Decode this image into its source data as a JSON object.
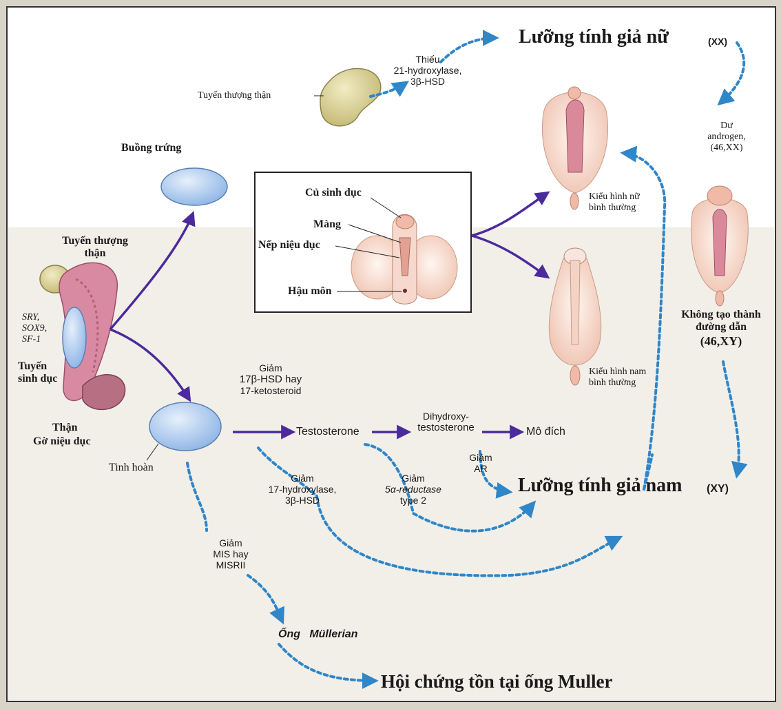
{
  "labels": {
    "adrenal_top": "Tuyến thượng thận",
    "deficiency_top": [
      "Thiếu",
      "21-hydroxylase,",
      "3β-HSD"
    ],
    "female_pseudo": "Lưỡng tính giả nữ",
    "xx": "(XX)",
    "excess_androgen": [
      "Dư",
      "androgen,",
      "(46,XX)"
    ],
    "ovary": "Buồng trứng",
    "adrenal_left": [
      "Tuyến thượng",
      "thận"
    ],
    "genes": [
      "SRY,",
      "SOX9,",
      "SF-1"
    ],
    "gonad": [
      "Tuyến",
      "sinh dục"
    ],
    "kidney": "Thận",
    "urogenital_ridge": "Gờ niệu dục",
    "testis": "Tinh hoàn",
    "tubercle": "Củ sinh dục",
    "membrane": "Màng",
    "urethral_fold": "Nếp niệu dục",
    "anus": "Hậu môn",
    "normal_female": [
      "Kiểu hình nữ",
      "bình thường"
    ],
    "normal_male": [
      "Kiểu hình nam",
      "bình thường"
    ],
    "no_duct": [
      "Không tạo thành",
      "đường dẫn",
      "(46,XY)"
    ],
    "dec_17hsd": [
      "Giảm",
      "17β-HSD hay",
      "17-ketosteroid"
    ],
    "testosterone": "Testosterone",
    "dht": [
      "Dihydroxy-",
      "testosterone"
    ],
    "target": "Mô đích",
    "dec_ar": [
      "Giảm",
      "AR"
    ],
    "dec_17hyd": [
      "Giảm",
      "17-hydroxylase,",
      "3β-HSD"
    ],
    "dec_5a": [
      "Giảm",
      "5α-reductase",
      "type 2"
    ],
    "male_pseudo": "Lưỡng tính giả nam",
    "xy": "(XY)",
    "dec_mis": [
      "Giảm",
      "MIS hay",
      "MISRII"
    ],
    "mullerian": "Ống   Müllerian",
    "muller_syndrome": "Hội chứng tồn tại ống Muller"
  },
  "colors": {
    "purple_arrow": "#4b2a9b",
    "dotted_arrow": "#2f86c8",
    "ovary_fill": "#a9c8ee",
    "adrenal_fill": "#ddd59a",
    "kidney_fill": "#d98aa3",
    "skin": "#f3d3c4"
  }
}
